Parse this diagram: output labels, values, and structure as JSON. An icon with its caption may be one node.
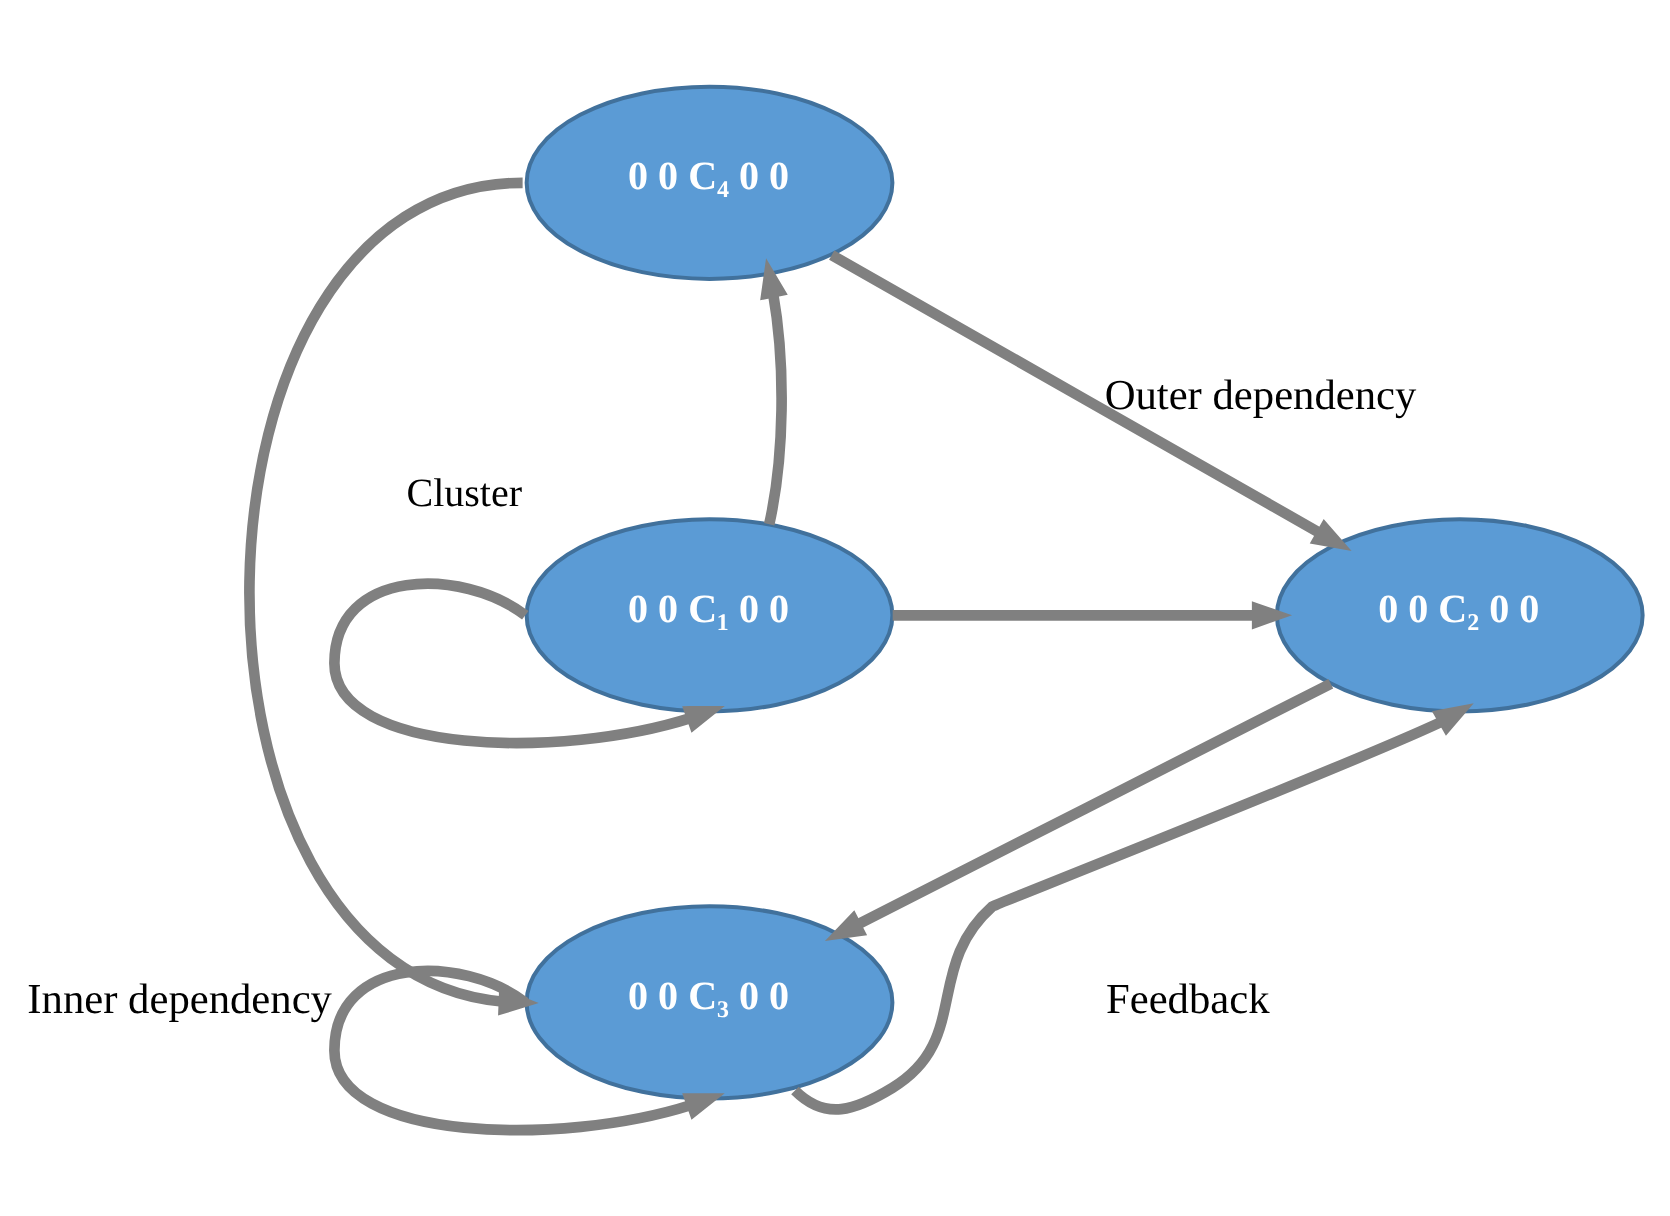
{
  "diagram": {
    "nodes": [
      {
        "text": [
          "0 0 C₄ 0 0"
        ]
      },
      {
        "text": [
          "0 0 C₁ 0 0"
        ],
        "beside": [
          "Cluster"
        ]
      },
      {
        "text": [
          "0 0 C₂ 0 0"
        ]
      },
      {
        "text": [
          "0 0 C₃ 0 0"
        ]
      }
    ],
    "edges": [
      {
        "from": 0,
        "to": 2,
        "arrow": "to",
        "label": "Outer dependency"
      },
      {
        "from": 1,
        "to": 0,
        "arrow": "to"
      },
      {
        "from": 1,
        "to": 2,
        "arrow": "to"
      },
      {
        "from": 1,
        "to": 1,
        "arrow": "to"
      },
      {
        "from": 0,
        "to": 3,
        "arrow": "to"
      },
      {
        "from": 2,
        "to": 3,
        "arrow": "to"
      },
      {
        "from": 3,
        "to": 2,
        "arrow": "to"
      },
      {
        "from": 3,
        "to": 3,
        "arrow": "to",
        "label": "Inner dependency"
      }
    ],
    "labels": [
      "Feedback"
    ]
  }
}
